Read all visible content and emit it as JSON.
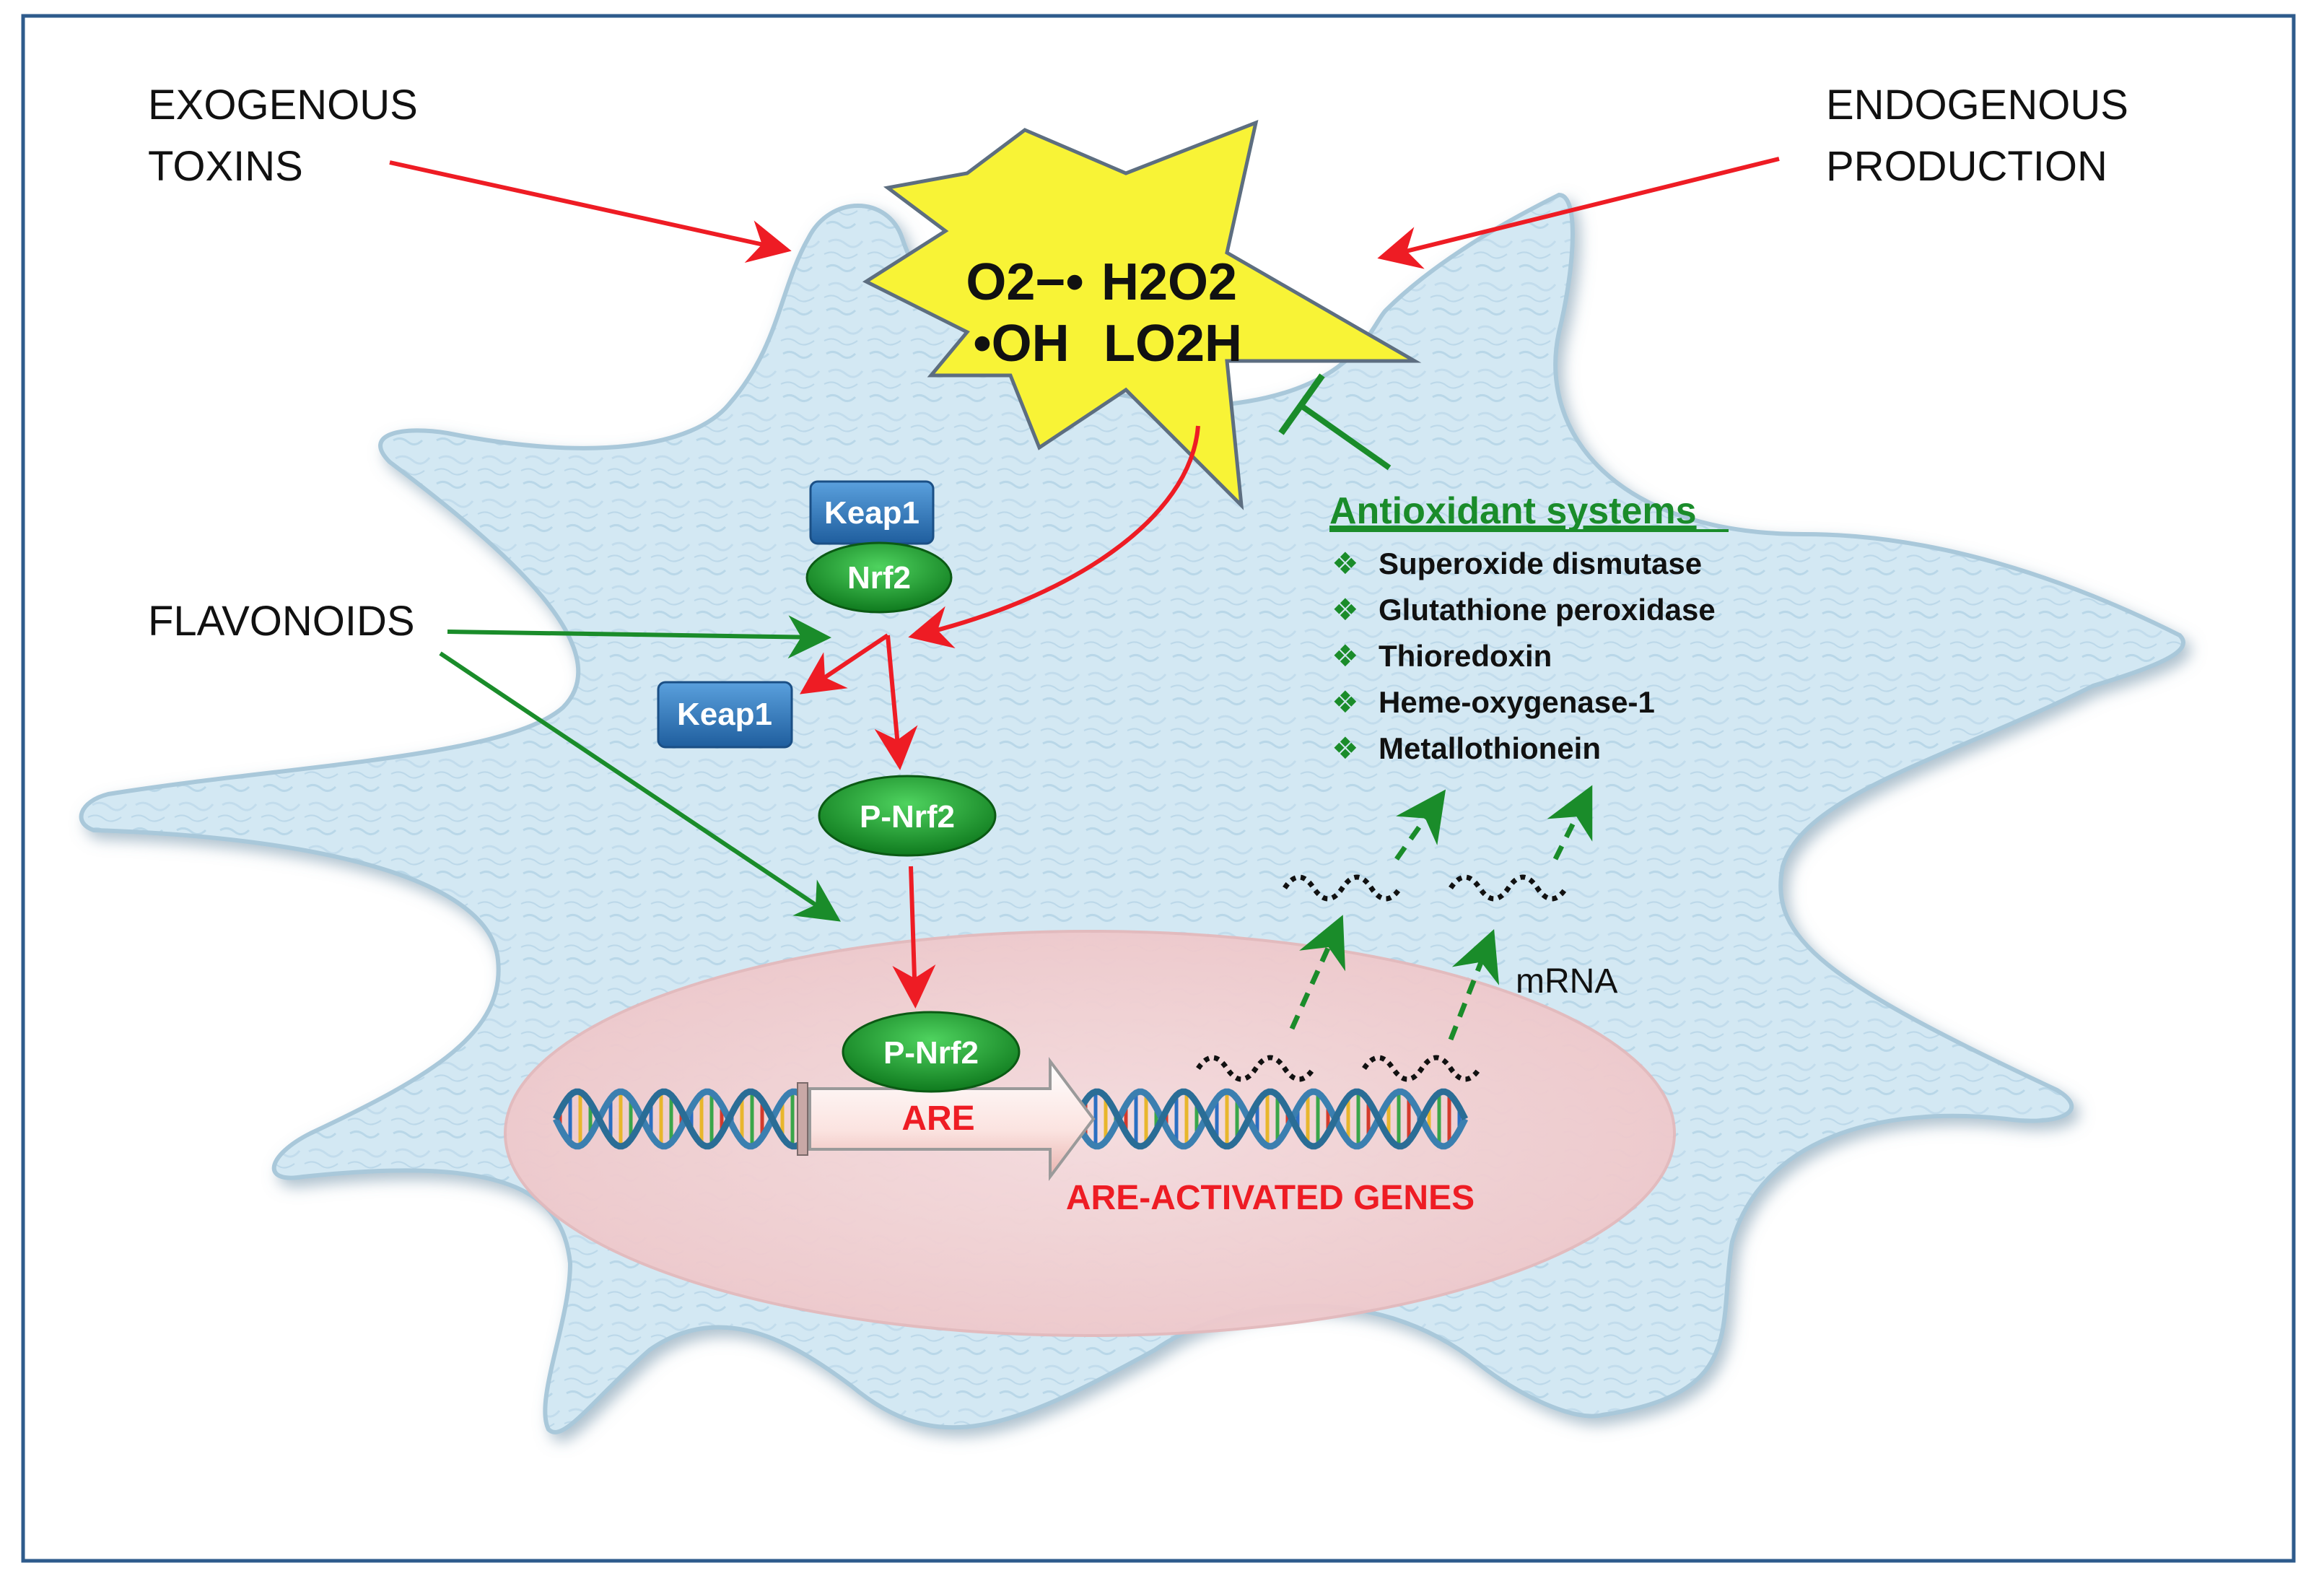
{
  "inputs": {
    "exogenous_line1": "EXOGENOUS",
    "exogenous_line2": "TOXINS",
    "endogenous_line1": "ENDOGENOUS",
    "endogenous_line2": "PRODUCTION",
    "flavonoids": "FLAVONOIDS"
  },
  "ros": {
    "superoxide": "O2−•",
    "hydrogen_peroxide": "H2O2",
    "hydroxyl": "•OH",
    "lipid_hydroperoxide": "LO2H"
  },
  "proteins": {
    "keap1_bound": "Keap1",
    "nrf2": "Nrf2",
    "keap1_free": "Keap1",
    "p_nrf2_cytoplasm": "P-Nrf2",
    "p_nrf2_nucleus": "P-Nrf2"
  },
  "nucleus": {
    "are_label": "ARE",
    "genes_label": "ARE-ACTIVATED GENES",
    "mrna_label": "mRNA"
  },
  "antioxidants": {
    "title": "Antioxidant systems",
    "bullet_glyph": "❖",
    "items": [
      "Superoxide dismutase",
      "Glutathione peroxidase",
      "Thioredoxin",
      "Heme-oxygenase-1",
      "Metallothionein"
    ]
  },
  "colors": {
    "activation_red": "#ee1c24",
    "flavonoid_green": "#1a8c2a",
    "inhibition_green": "#1a8c2a",
    "cell_fill": "#cfe6f1",
    "nucleus_fill": "#f4d6d8",
    "keap1_blue": "#2f74b6",
    "nrf2_green": "#1c9a2c",
    "burst_yellow": "#f8f336",
    "frame_blue": "#2e5b8c"
  }
}
